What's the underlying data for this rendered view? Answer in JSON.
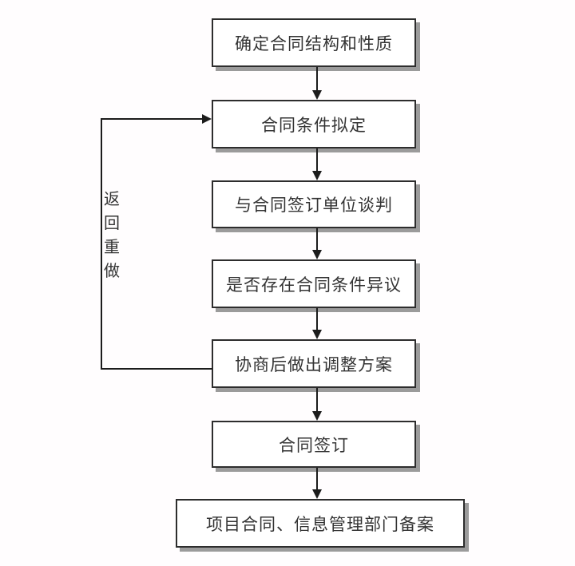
{
  "flowchart": {
    "nodes": [
      {
        "id": "n1",
        "label": "确定合同结构和性质"
      },
      {
        "id": "n2",
        "label": "合同条件拟定"
      },
      {
        "id": "n3",
        "label": "与合同签订单位谈判"
      },
      {
        "id": "n4",
        "label": "是否存在合同条件异议"
      },
      {
        "id": "n5",
        "label": "协商后做出调整方案"
      },
      {
        "id": "n6",
        "label": "合同签订"
      },
      {
        "id": "n7",
        "label": "项目合同、信息管理部门备案"
      }
    ],
    "edges": [
      {
        "from": "n1",
        "to": "n2",
        "type": "down-arrow"
      },
      {
        "from": "n2",
        "to": "n3",
        "type": "down-arrow"
      },
      {
        "from": "n3",
        "to": "n4",
        "type": "down-arrow"
      },
      {
        "from": "n4",
        "to": "n5",
        "type": "down-arrow"
      },
      {
        "from": "n5",
        "to": "n6",
        "type": "down-arrow"
      },
      {
        "from": "n6",
        "to": "n7",
        "type": "down-arrow"
      },
      {
        "from": "n5",
        "to": "n2",
        "type": "loop-back-left",
        "label": "返回重做"
      }
    ],
    "loop_label": "返回重做"
  },
  "colors": {
    "background": "#fffdfe",
    "node_fill": "#ffffff",
    "node_border": "#2d2d2d",
    "node_shadow": "#9b9b9b",
    "line": "#1c1c1c",
    "text": "#333333"
  }
}
